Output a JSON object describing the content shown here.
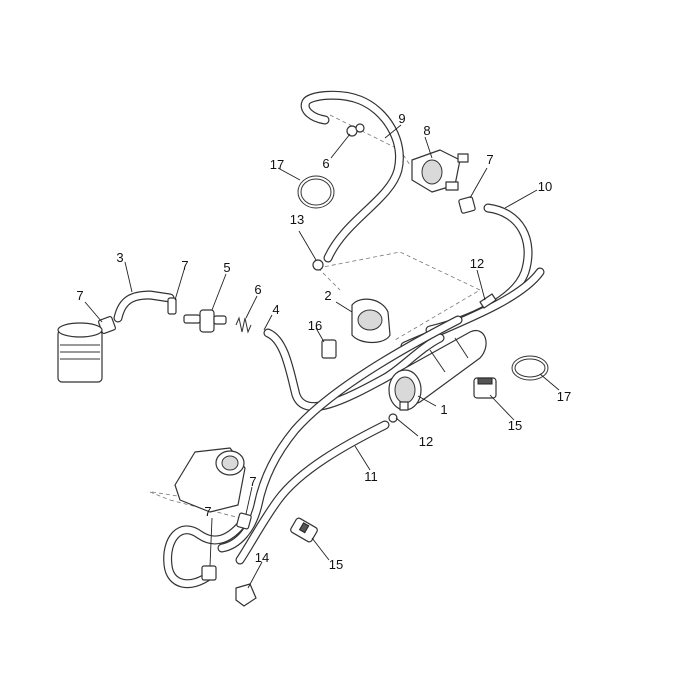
{
  "callouts": {
    "c1": "1",
    "c2": "2",
    "c3": "3",
    "c4": "4",
    "c5": "5",
    "c6a": "6",
    "c6b": "6",
    "c7a": "7",
    "c7b": "7",
    "c7c": "7",
    "c7d": "7",
    "c7e": "7",
    "c8": "8",
    "c9": "9",
    "c10": "10",
    "c11": "11",
    "c12a": "12",
    "c12b": "12",
    "c13": "13",
    "c14": "14",
    "c15a": "15",
    "c15b": "15",
    "c16": "16",
    "c17a": "17",
    "c17b": "17"
  }
}
